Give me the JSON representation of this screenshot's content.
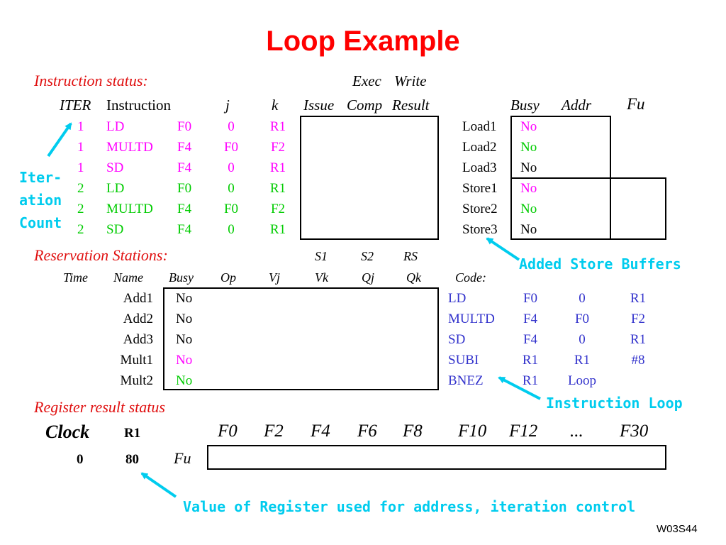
{
  "title": "Loop Example",
  "instr_status": {
    "label": "Instruction status:",
    "exec_label": "Exec",
    "write_label": "Write",
    "headers": {
      "iter": "ITER",
      "instruction": "Instruction",
      "j": "j",
      "k": "k",
      "issue": "Issue",
      "comp": "Comp",
      "result": "Result"
    },
    "rows": [
      {
        "iter": "1",
        "op": "LD",
        "dest": "F0",
        "j": "0",
        "k": "R1",
        "color": "magenta"
      },
      {
        "iter": "1",
        "op": "MULTD",
        "dest": "F4",
        "j": "F0",
        "k": "F2",
        "color": "magenta"
      },
      {
        "iter": "1",
        "op": "SD",
        "dest": "F4",
        "j": "0",
        "k": "R1",
        "color": "magenta"
      },
      {
        "iter": "2",
        "op": "LD",
        "dest": "F0",
        "j": "0",
        "k": "R1",
        "color": "green"
      },
      {
        "iter": "2",
        "op": "MULTD",
        "dest": "F4",
        "j": "F0",
        "k": "F2",
        "color": "green"
      },
      {
        "iter": "2",
        "op": "SD",
        "dest": "F4",
        "j": "0",
        "k": "R1",
        "color": "green"
      }
    ]
  },
  "buffers": {
    "headers": {
      "busy": "Busy",
      "addr": "Addr",
      "fu": "Fu"
    },
    "rows": [
      {
        "name": "Load1",
        "busy": "No",
        "color": "magenta"
      },
      {
        "name": "Load2",
        "busy": "No",
        "color": "green"
      },
      {
        "name": "Load3",
        "busy": "No",
        "color": "black"
      },
      {
        "name": "Store1",
        "busy": "No",
        "color": "magenta"
      },
      {
        "name": "Store2",
        "busy": "No",
        "color": "green"
      },
      {
        "name": "Store3",
        "busy": "No",
        "color": "black"
      }
    ]
  },
  "rs": {
    "label": "Reservation Stations:",
    "top_headers": {
      "s1": "S1",
      "s2": "S2",
      "rs": "RS"
    },
    "headers": {
      "time": "Time",
      "name": "Name",
      "busy": "Busy",
      "op": "Op",
      "vj": "Vj",
      "vk": "Vk",
      "qj": "Qj",
      "qk": "Qk",
      "code": "Code:"
    },
    "rows": [
      {
        "name": "Add1",
        "busy": "No",
        "color": "black"
      },
      {
        "name": "Add2",
        "busy": "No",
        "color": "black"
      },
      {
        "name": "Add3",
        "busy": "No",
        "color": "black"
      },
      {
        "name": "Mult1",
        "busy": "No",
        "color": "magenta"
      },
      {
        "name": "Mult2",
        "busy": "No",
        "color": "green"
      }
    ]
  },
  "code": [
    {
      "op": "LD",
      "a": "F0",
      "b": "0",
      "c": "R1"
    },
    {
      "op": "MULTD",
      "a": "F4",
      "b": "F0",
      "c": "F2"
    },
    {
      "op": "SD",
      "a": "F4",
      "b": "0",
      "c": "R1"
    },
    {
      "op": "SUBI",
      "a": "R1",
      "b": "R1",
      "c": "#8"
    },
    {
      "op": "BNEZ",
      "a": "R1",
      "b": "Loop",
      "c": ""
    }
  ],
  "reg": {
    "label": "Register result status",
    "clock_label": "Clock",
    "r1_label": "R1",
    "clock_value": "0",
    "r1_value": "80",
    "fu_label": "Fu",
    "registers": [
      "F0",
      "F2",
      "F4",
      "F6",
      "F8",
      "F10",
      "F12",
      "...",
      "F30"
    ]
  },
  "annotations": {
    "iter_line1": "Iter-",
    "iter_line2": "ation",
    "iter_line3": "Count",
    "store_buffers": "Added Store Buffers",
    "instr_loop": "Instruction Loop",
    "reg_value": "Value of Register used for address, iteration control"
  },
  "footer": "W03S44",
  "colors": {
    "title": "#ff0000",
    "magenta": "#ff00ff",
    "green": "#00cc00",
    "blue": "#3333cc",
    "cyan": "#00ccee"
  }
}
